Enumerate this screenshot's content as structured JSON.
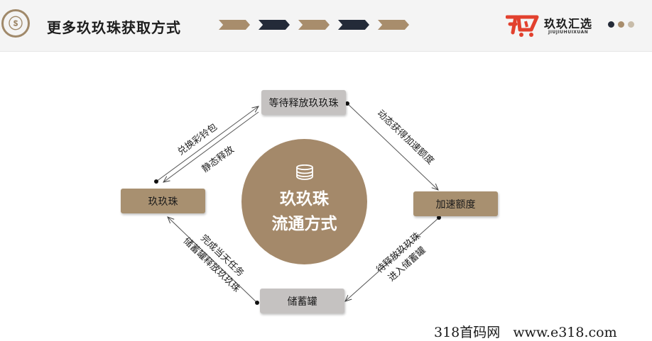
{
  "header": {
    "title": "更多玖玖珠获取方式",
    "logo_glyph": "ⓢ",
    "brand": {
      "name": "玖玖汇选",
      "sub": "JIUJIUHUIXUAN",
      "color": "#e2412e"
    },
    "chevrons": [
      "gold",
      "dark",
      "gold",
      "dark",
      "gold"
    ],
    "dots": [
      "#232a38",
      "#a88d6c",
      "#c8bca9"
    ]
  },
  "diagram": {
    "center": {
      "icon": "coin-stack-icon",
      "line1": "玖玖珠",
      "line2": "流通方式"
    },
    "nodes": {
      "top": "等待释放玖玖珠",
      "right": "加速额度",
      "bottom": "储蓄罐",
      "left": "玖玖珠"
    },
    "edges": {
      "top_right": [
        "动态获得加速额度"
      ],
      "right_bottom": [
        "待释放玖玖珠",
        "进入储蓄罐"
      ],
      "bottom_left": [
        "完成当天任务",
        "储蓄罐释放玖玖珠"
      ],
      "left_top_outer": "兑换彩铃包",
      "left_top_inner": "静态释放"
    }
  },
  "watermark": "318首码网   www.e318.com"
}
